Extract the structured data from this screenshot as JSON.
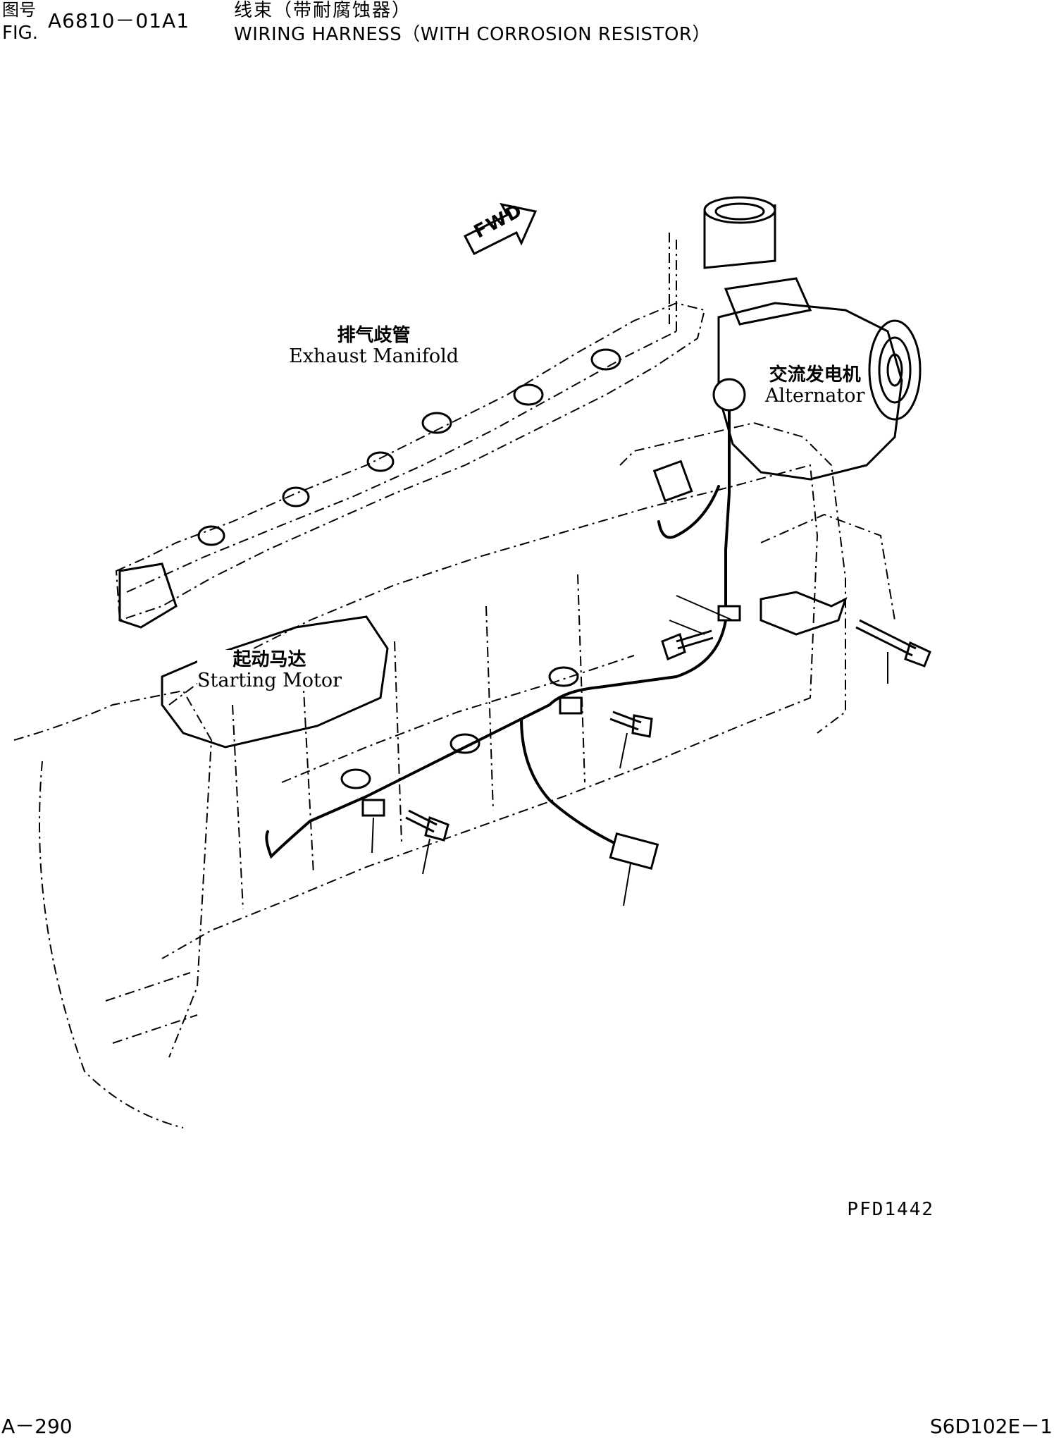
{
  "header": {
    "fig_cn": "图号",
    "fig_label": "FIG.",
    "fig_number": "A6810－01A1",
    "title_cn": "线束（带耐腐蚀器）",
    "title_en": "WIRING HARNESS（WITH CORROSION RESISTOR）"
  },
  "labels": {
    "exhaust_cn": "排气歧管",
    "exhaust_en": "Exhaust Manifold",
    "alternator_cn": "交流发电机",
    "alternator_en": "Alternator",
    "starter_cn": "起动马达",
    "starter_en": "Starting Motor",
    "fwd": "FWD"
  },
  "footer": {
    "drawing_code": "PFD1442",
    "page_left": "A－290",
    "page_right": "S6D102E－1"
  }
}
